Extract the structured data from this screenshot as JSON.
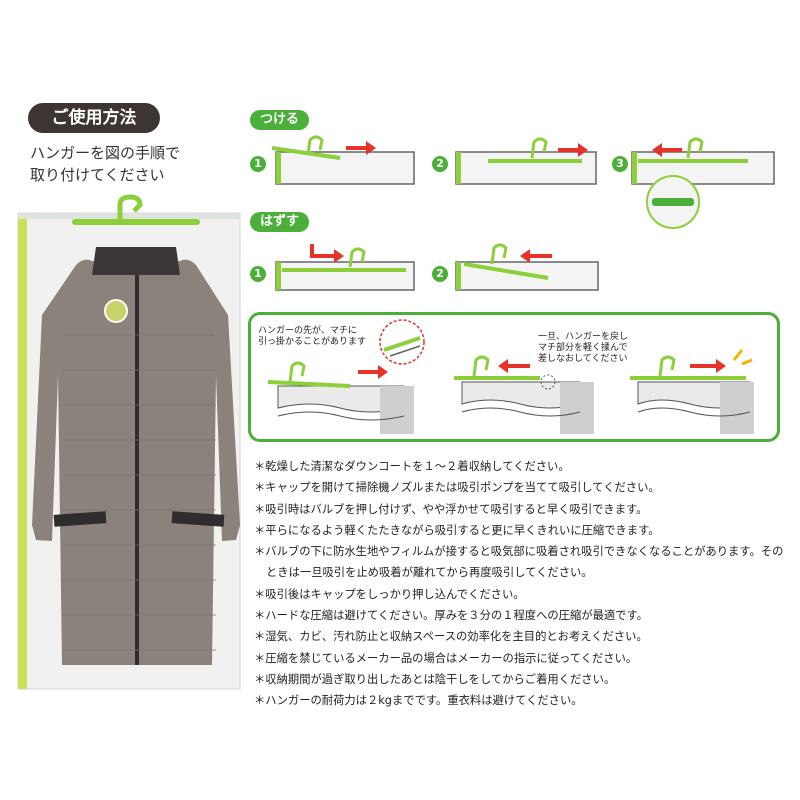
{
  "header": {
    "title": "ご使用方法"
  },
  "intro": {
    "line1": "ハンガーを図の手順で",
    "line2": "取り付けてください"
  },
  "attach": {
    "label": "つける",
    "steps": [
      "1",
      "2",
      "3"
    ]
  },
  "detach": {
    "label": "はずす",
    "steps": [
      "1",
      "2"
    ]
  },
  "note": {
    "left_line1": "ハンガーの先が、マチに",
    "left_line2": "引っ掛かることがあります",
    "right_line1": "一旦、ハンガーを戻し",
    "right_line2": "マチ部分を軽く揉んで",
    "right_line3": "差しなおしてください"
  },
  "cautions": [
    "＊乾燥した清潔なダウンコートを１～２着収納してください。",
    "＊キャップを開けて掃除機ノズルまたは吸引ポンプを当てて吸引してください。",
    "＊吸引時はバルブを押し付けず、やや浮かせて吸引すると早く吸引できます。",
    "＊平らになるよう軽くたたきながら吸引すると更に早くきれいに圧縮できます。",
    "＊バルブの下に防水生地やフィルムが接すると吸気部に吸着され吸引できなくなることがあります。そのときは一旦吸引を止め吸着が離れてから再度吸引してください。",
    "＊吸引後はキャップをしっかり押し込んでください。",
    "＊ハードな圧縮は避けてください。厚みを３分の１程度への圧縮が最適です。",
    "＊湿気、カビ、汚れ防止と収納スペースの効率化を主目的とお考えください。",
    "＊圧縮を禁じているメーカー品の場合はメーカーの指示に従ってください。",
    "＊収納期間が過ぎ取り出したあとは陰干しをしてからご着用ください。",
    "＊ハンガーの耐荷力は２kgまでです。重衣料は避けてください。"
  ],
  "colors": {
    "green": "#4caf3a",
    "hanger": "#8ccf3a",
    "arrow": "#e5332a",
    "badge": "#3d3532",
    "coat": "#8c827c"
  }
}
